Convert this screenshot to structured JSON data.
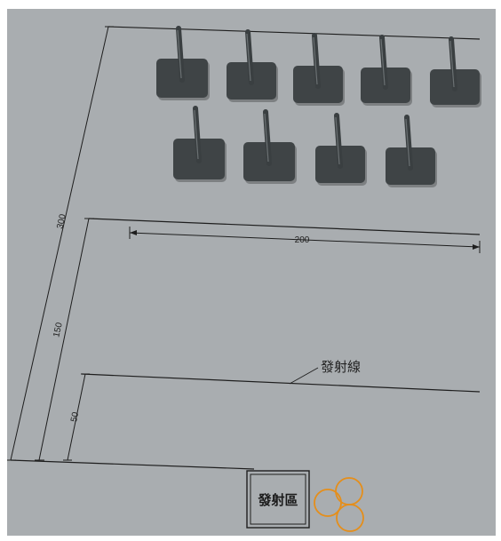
{
  "colors": {
    "background": "#a9adb0",
    "line": "#1e1e1e",
    "base": "#3f4446",
    "pole": "#3a3f41",
    "ring": "#e58e1a"
  },
  "dimensions": {
    "total_depth": "300",
    "middle_depth": "150",
    "near_depth": "50",
    "width": "200"
  },
  "labels": {
    "launch_line": "發射線",
    "launch_zone": "發射區"
  },
  "targets": {
    "back_row_count": 5,
    "front_row_count": 4
  },
  "rings": {
    "count": 3
  }
}
